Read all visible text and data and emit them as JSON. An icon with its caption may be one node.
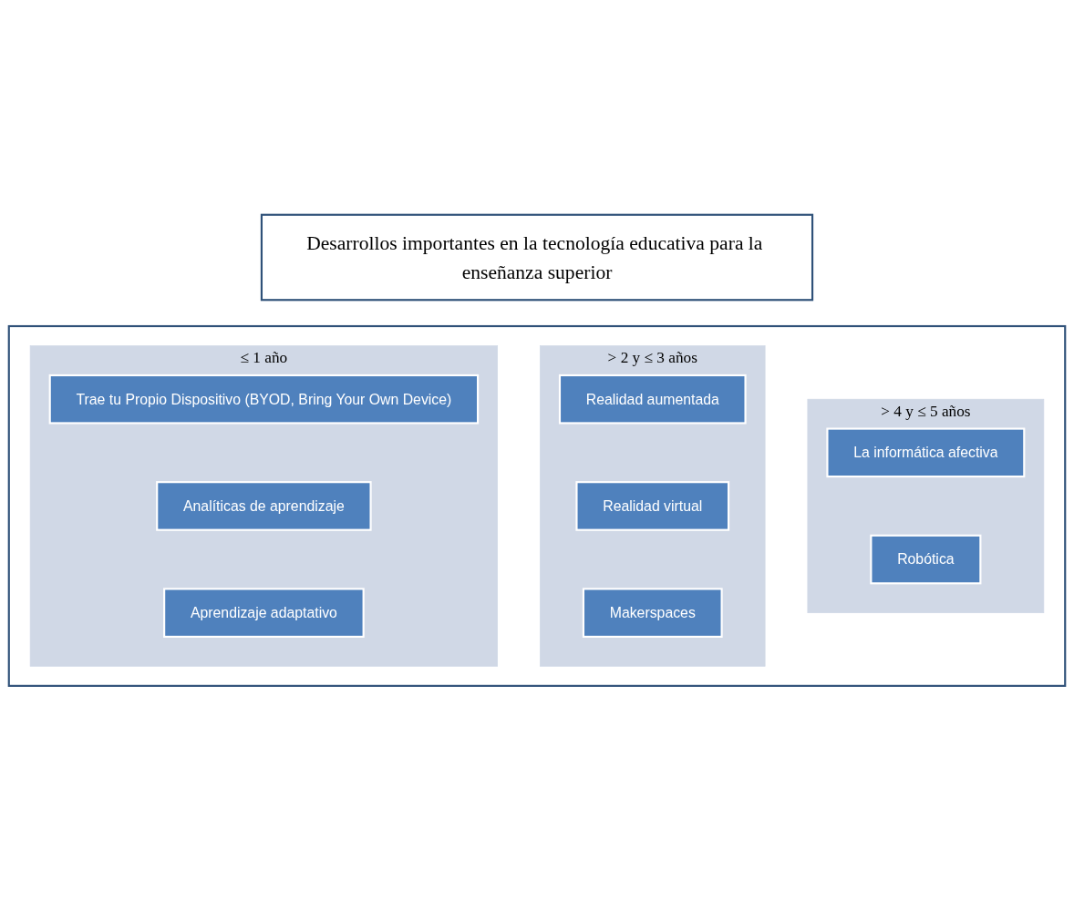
{
  "diagram": {
    "nodes": [
      {
        "text": [
          "Desarrollos importantes en la tecnología educativa para la enseñanza superior"
        ]
      },
      {
        "text": [],
        "shape": "box"
      },
      {
        "text": [
          "≤ 1 año"
        ],
        "in": 1
      },
      {
        "text": [
          "Trae tu Propio Dispositivo (BYOD, Bring Your Own Device)"
        ],
        "in": 2
      },
      {
        "text": [
          "Analíticas de aprendizaje"
        ],
        "in": 2
      },
      {
        "text": [
          "Aprendizaje adaptativo"
        ],
        "in": 2
      },
      {
        "text": [
          "> 2 y ≤ 3 años"
        ],
        "in": 1
      },
      {
        "text": [
          "Realidad aumentada"
        ],
        "in": 6
      },
      {
        "text": [
          "Realidad virtual"
        ],
        "in": 6
      },
      {
        "text": [
          "Makerspaces"
        ],
        "in": 6
      },
      {
        "text": [
          "> 4 y ≤ 5 años"
        ],
        "in": 1
      },
      {
        "text": [
          "La informática afectiva"
        ],
        "in": 10
      },
      {
        "text": [
          "Robótica"
        ],
        "in": 10
      }
    ],
    "edges": []
  }
}
